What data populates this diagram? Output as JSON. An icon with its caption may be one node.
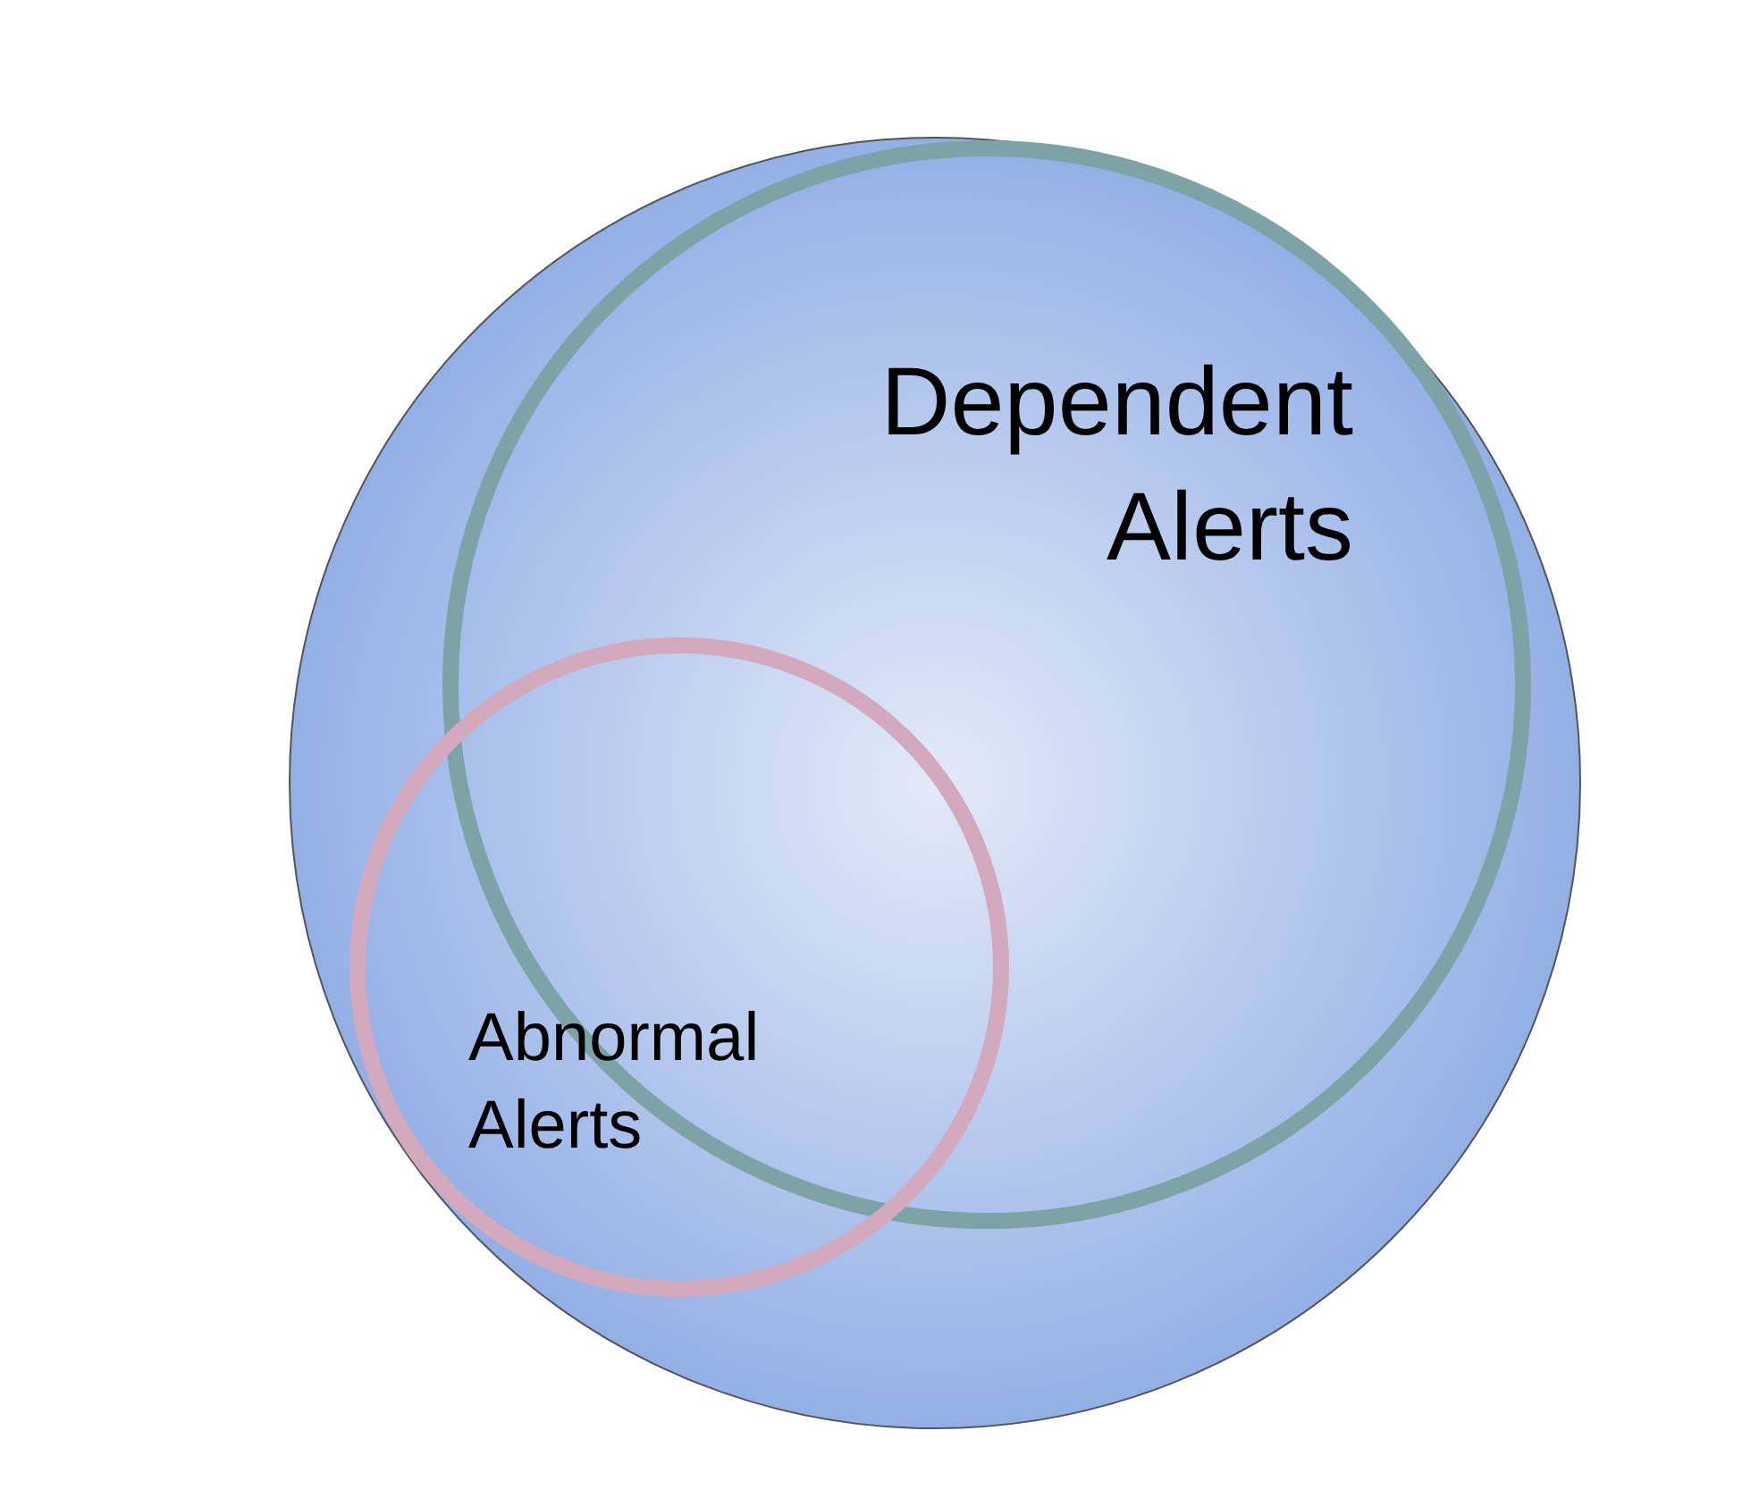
{
  "diagram": {
    "nodes": [
      {
        "text": [],
        "shape": "circle"
      },
      {
        "text": [
          "Dependent Alerts"
        ],
        "in": 0
      },
      {
        "text": [
          "Abnormal Alerts"
        ],
        "in": 0
      }
    ]
  }
}
